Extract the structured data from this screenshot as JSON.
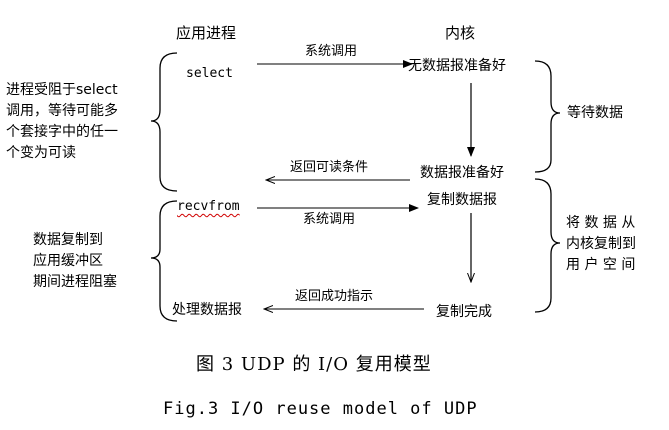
{
  "headers": {
    "app_process": "应用进程",
    "kernel": "内核"
  },
  "app_calls": {
    "select": "select",
    "recvfrom": "recvfrom",
    "process_datagram": "处理数据报"
  },
  "arrows": {
    "syscall_1": "系统调用",
    "return_readable": "返回可读条件",
    "syscall_2": "系统调用",
    "return_success": "返回成功指示"
  },
  "kernel_states": {
    "no_datagram_ready": "无数据报准备好",
    "datagram_ready": "数据报准备好",
    "copy_datagram": "复制数据报",
    "copy_complete": "复制完成"
  },
  "left_notes": {
    "blocked_on_select": [
      "进程受阻于select",
      "调用，等待可能多",
      "个套接字中的任一",
      "个变为可读"
    ],
    "blocked_during_copy": [
      "数据复制到",
      "应用缓冲区",
      "期间进程阻塞"
    ]
  },
  "right_notes": {
    "wait_for_data": "等待数据",
    "copy_to_user": [
      "将 数 据 从",
      "内核复制到",
      "用 户 空 间"
    ]
  },
  "caption": {
    "chinese": "图 3 UDP 的 I/O 复用模型",
    "english": "Fig.3 I/O reuse model of UDP"
  }
}
